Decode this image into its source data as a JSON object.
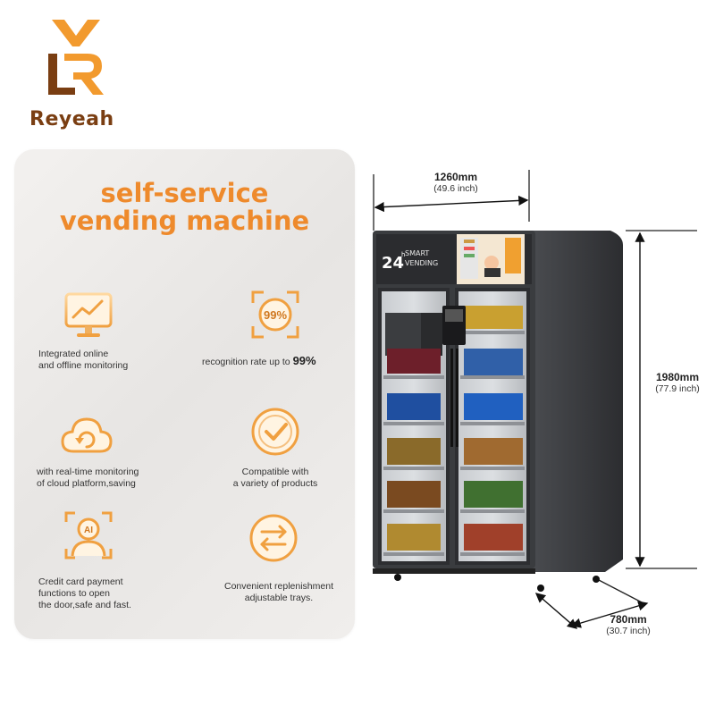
{
  "brand": {
    "name": "Reyeah"
  },
  "panel": {
    "title_line1": "self-service",
    "title_line2": "vending machine",
    "features": [
      {
        "icon": "monitor-chart-icon",
        "line1": "Integrated online",
        "line2": "and offline monitoring"
      },
      {
        "icon": "recognition-99-icon",
        "badge": "99%",
        "prefix": "recognition rate up to ",
        "highlight": "99%"
      },
      {
        "icon": "cloud-sync-icon",
        "line1": "with real-time monitoring",
        "line2": "of cloud platform,saving"
      },
      {
        "icon": "check-circle-icon",
        "line1": "Compatible with",
        "line2": "a variety of products"
      },
      {
        "icon": "ai-face-scan-icon",
        "badge": "AI",
        "line1": "Credit card payment",
        "line2": "functions to open",
        "line3": "the door,safe and fast."
      },
      {
        "icon": "replenish-arrows-icon",
        "line1": "Convenient replenishment",
        "line2": "adjustable trays."
      }
    ]
  },
  "machine": {
    "sign_number": "24",
    "sign_sup": "h",
    "sign_line1": "SMART",
    "sign_line2": "VENDING"
  },
  "dimensions": {
    "width": {
      "main": "1260mm",
      "sub": "(49.6 inch)"
    },
    "height": {
      "main": "1980mm",
      "sub": "(77.9 inch)"
    },
    "depth": {
      "main": "780mm",
      "sub": "(30.7 inch)"
    }
  },
  "colors": {
    "accent": "#ee8a2c",
    "brand_dark": "#7a3e12",
    "brand_orange": "#f29a2e",
    "cabinet": "#3a3c3f"
  }
}
